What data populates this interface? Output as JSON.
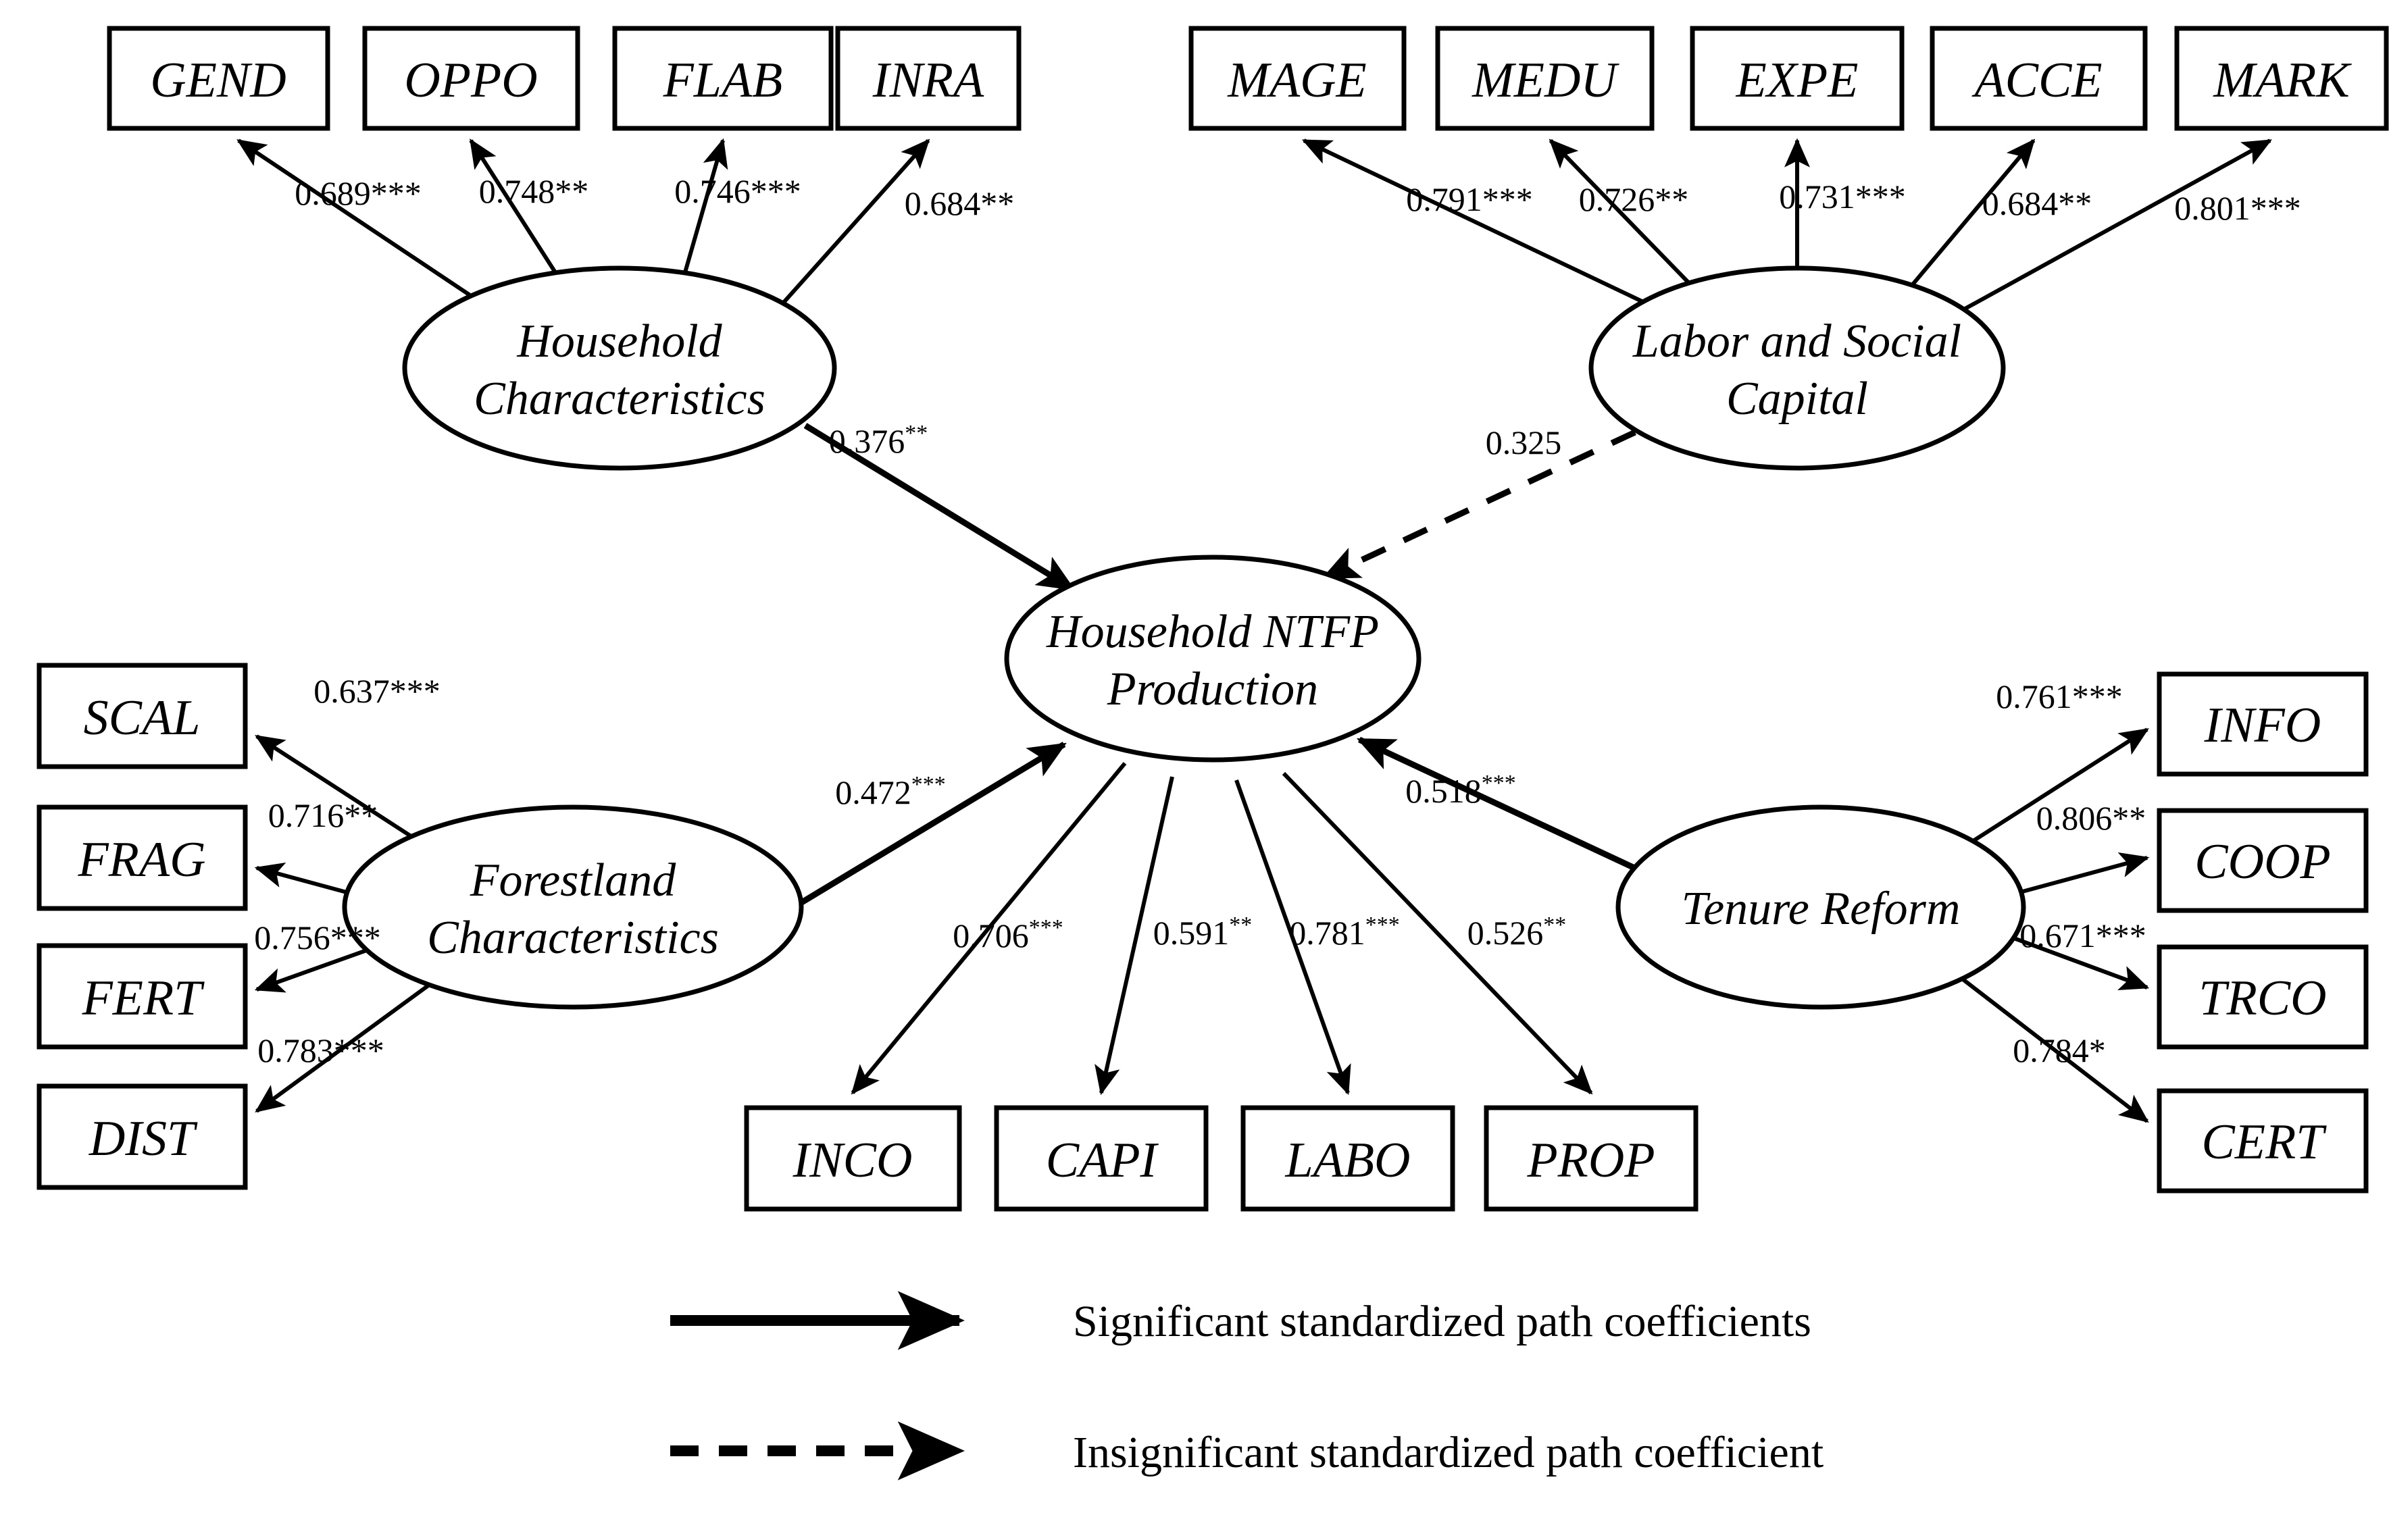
{
  "diagram": {
    "title": "Household NTFP Production SEM path diagram",
    "type": "sem-path-diagram",
    "colors": {
      "stroke": "#000000",
      "fill": "#ffffff",
      "background": "#ffffff"
    }
  },
  "latents": {
    "household_characteristics": {
      "line1": "Household",
      "line2": "Characteristics"
    },
    "labor_social_capital": {
      "line1": "Labor and Social",
      "line2": "Capital"
    },
    "household_ntfp_production": {
      "line1": "Household NTFP",
      "line2": "Production"
    },
    "forestland_characteristics": {
      "line1": "Forestland",
      "line2": "Characteristics"
    },
    "tenure_reform": {
      "line1": "Tenure Reform",
      "line2": ""
    }
  },
  "observed": {
    "gend": "GEND",
    "oppo": "OPPO",
    "flab": "FLAB",
    "inra": "INRA",
    "mage": "MAGE",
    "medu": "MEDU",
    "expe": "EXPE",
    "acce": "ACCE",
    "mark": "MARK",
    "scal": "SCAL",
    "frag": "FRAG",
    "fert": "FERT",
    "dist": "DIST",
    "inco": "INCO",
    "capi": "CAPI",
    "labo": "LABO",
    "prop": "PROP",
    "info": "INFO",
    "coop": "COOP",
    "trco": "TRCO",
    "cert": "CERT"
  },
  "coefficients": {
    "hc_gend": "0.689***",
    "hc_oppo": "0.748**",
    "hc_flab": "0.746***",
    "hc_inra": "0.684**",
    "lsc_mage": "0.791***",
    "lsc_medu": "0.726**",
    "lsc_expe": "0.731***",
    "lsc_acce": "0.684**",
    "lsc_mark": "0.801***",
    "fc_scal": "0.637***",
    "fc_frag": "0.716**",
    "fc_fert": "0.756***",
    "fc_dist": "0.783***",
    "tr_info": "0.761***",
    "tr_coop": "0.806**",
    "tr_trco": "0.671***",
    "tr_cert": "0.784*",
    "hc_ntfp_value": "0.376",
    "hc_ntfp_stars": "**",
    "lsc_ntfp_value": "0.325",
    "lsc_ntfp_stars": "",
    "fc_ntfp_value": "0.472",
    "fc_ntfp_stars": "***",
    "tr_ntfp_value": "0.518",
    "tr_ntfp_stars": "***",
    "ntfp_inco_value": "0.706",
    "ntfp_inco_stars": "***",
    "ntfp_capi_value": "0.591",
    "ntfp_capi_stars": "**",
    "ntfp_labo_value": "0.781",
    "ntfp_labo_stars": "***",
    "ntfp_prop_value": "0.526",
    "ntfp_prop_stars": "**"
  },
  "legend": {
    "significant": "Significant standardized path coefficients",
    "insignificant": "Insignificant standardized path coefficient"
  },
  "chart_data": {
    "type": "diagram",
    "title": "Structural equation model of household NTFP production",
    "latent_variables": [
      "Household Characteristics",
      "Labor and Social Capital",
      "Household NTFP Production",
      "Forestland Characteristics",
      "Tenure Reform"
    ],
    "measurement_paths": [
      {
        "from": "Household Characteristics",
        "to": "GEND",
        "coefficient": 0.689,
        "significance": "***"
      },
      {
        "from": "Household Characteristics",
        "to": "OPPO",
        "coefficient": 0.748,
        "significance": "**"
      },
      {
        "from": "Household Characteristics",
        "to": "FLAB",
        "coefficient": 0.746,
        "significance": "***"
      },
      {
        "from": "Household Characteristics",
        "to": "INRA",
        "coefficient": 0.684,
        "significance": "**"
      },
      {
        "from": "Labor and Social Capital",
        "to": "MAGE",
        "coefficient": 0.791,
        "significance": "***"
      },
      {
        "from": "Labor and Social Capital",
        "to": "MEDU",
        "coefficient": 0.726,
        "significance": "**"
      },
      {
        "from": "Labor and Social Capital",
        "to": "EXPE",
        "coefficient": 0.731,
        "significance": "***"
      },
      {
        "from": "Labor and Social Capital",
        "to": "ACCE",
        "coefficient": 0.684,
        "significance": "**"
      },
      {
        "from": "Labor and Social Capital",
        "to": "MARK",
        "coefficient": 0.801,
        "significance": "***"
      },
      {
        "from": "Forestland Characteristics",
        "to": "SCAL",
        "coefficient": 0.637,
        "significance": "***"
      },
      {
        "from": "Forestland Characteristics",
        "to": "FRAG",
        "coefficient": 0.716,
        "significance": "**"
      },
      {
        "from": "Forestland Characteristics",
        "to": "FERT",
        "coefficient": 0.756,
        "significance": "***"
      },
      {
        "from": "Forestland Characteristics",
        "to": "DIST",
        "coefficient": 0.783,
        "significance": "***"
      },
      {
        "from": "Household NTFP Production",
        "to": "INCO",
        "coefficient": 0.706,
        "significance": "***"
      },
      {
        "from": "Household NTFP Production",
        "to": "CAPI",
        "coefficient": 0.591,
        "significance": "**"
      },
      {
        "from": "Household NTFP Production",
        "to": "LABO",
        "coefficient": 0.781,
        "significance": "***"
      },
      {
        "from": "Household NTFP Production",
        "to": "PROP",
        "coefficient": 0.526,
        "significance": "**"
      },
      {
        "from": "Tenure Reform",
        "to": "INFO",
        "coefficient": 0.761,
        "significance": "***"
      },
      {
        "from": "Tenure Reform",
        "to": "COOP",
        "coefficient": 0.806,
        "significance": "**"
      },
      {
        "from": "Tenure Reform",
        "to": "TRCO",
        "coefficient": 0.671,
        "significance": "***"
      },
      {
        "from": "Tenure Reform",
        "to": "CERT",
        "coefficient": 0.784,
        "significance": "*"
      }
    ],
    "structural_paths": [
      {
        "from": "Household Characteristics",
        "to": "Household NTFP Production",
        "coefficient": 0.376,
        "significance": "**",
        "style": "solid"
      },
      {
        "from": "Labor and Social Capital",
        "to": "Household NTFP Production",
        "coefficient": 0.325,
        "significance": "",
        "style": "dashed"
      },
      {
        "from": "Forestland Characteristics",
        "to": "Household NTFP Production",
        "coefficient": 0.472,
        "significance": "***",
        "style": "solid"
      },
      {
        "from": "Tenure Reform",
        "to": "Household NTFP Production",
        "coefficient": 0.518,
        "significance": "***",
        "style": "solid"
      }
    ],
    "legend_entries": [
      {
        "style": "solid",
        "label": "Significant standardized path coefficients"
      },
      {
        "style": "dashed",
        "label": "Insignificant standardized path coefficient"
      }
    ]
  }
}
